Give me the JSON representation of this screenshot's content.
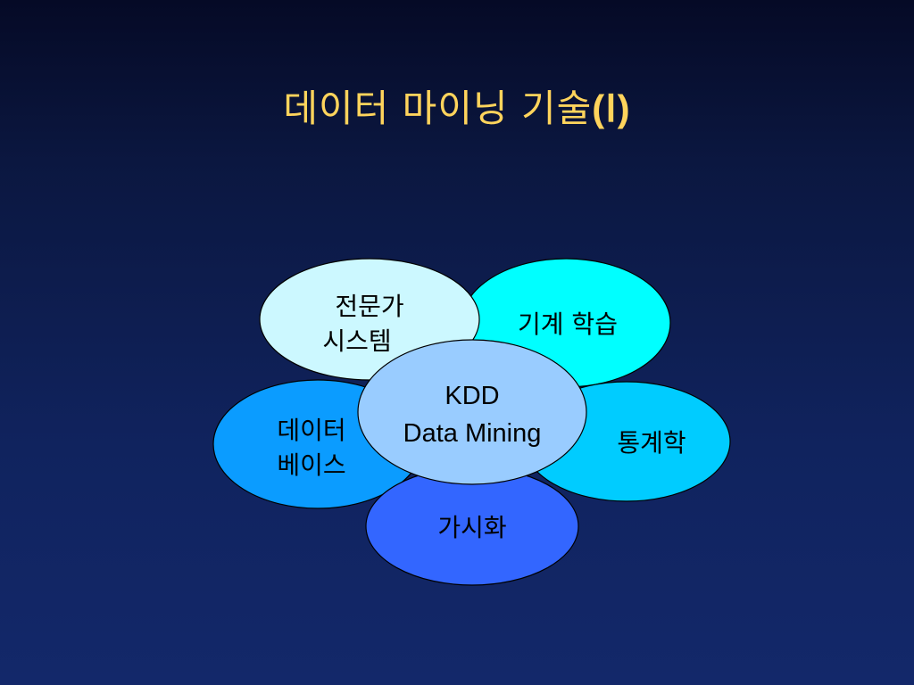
{
  "title": {
    "main": "데이터 마이닝 기술",
    "suffix": "(Ⅰ)"
  },
  "diagram": {
    "nodes": {
      "expert_system": {
        "line1": "전문가",
        "line2": "시스템",
        "color": "#ccf8ff"
      },
      "machine_learning": {
        "line1": "기계 학습",
        "color": "#00ffff"
      },
      "database": {
        "line1": "데이터",
        "line2": "베이스",
        "color": "#0b9cff"
      },
      "statistics": {
        "line1": "통계학",
        "color": "#00ccff"
      },
      "visualization": {
        "line1": "가시화",
        "color": "#3366ff"
      },
      "center": {
        "line1": "KDD",
        "line2": "Data Mining",
        "color": "#99ccff"
      }
    }
  }
}
